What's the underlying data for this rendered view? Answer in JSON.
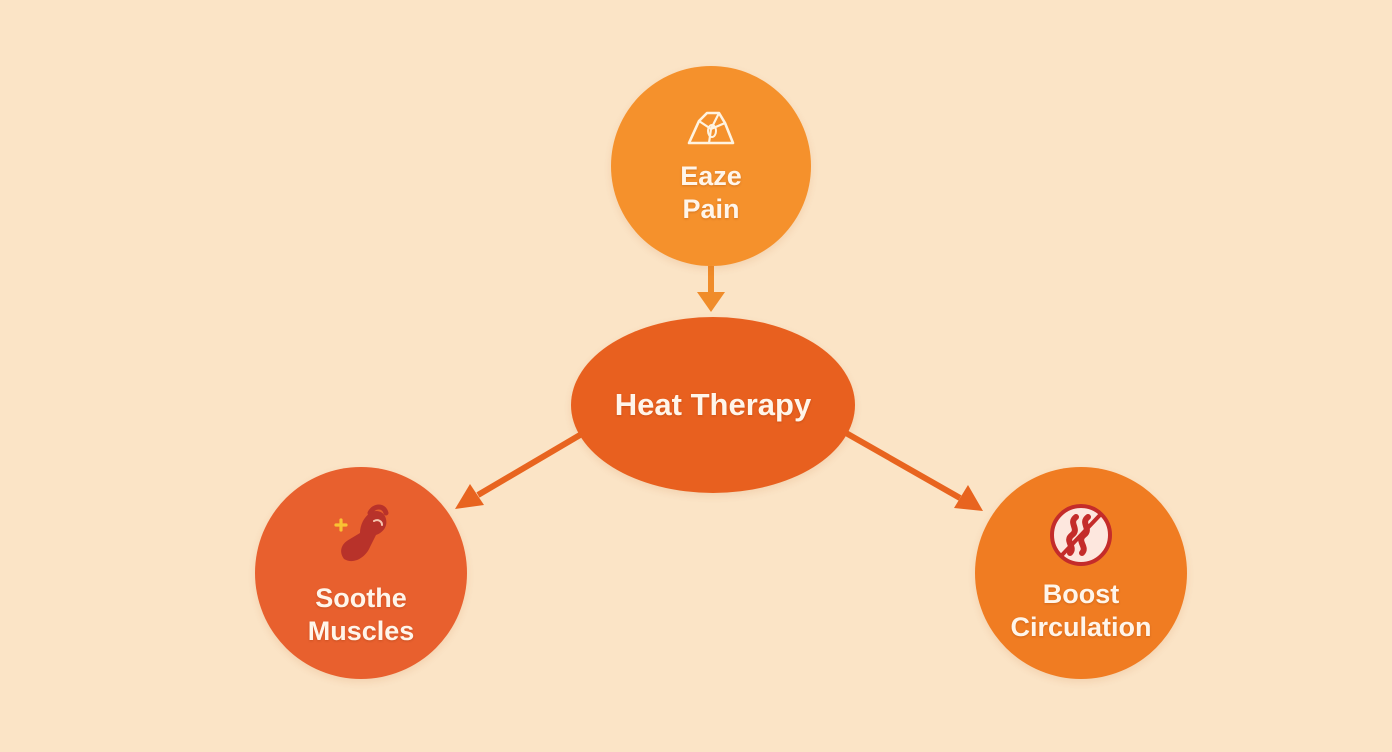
{
  "diagram": {
    "center": {
      "label": "Heat Therapy"
    },
    "top": {
      "line1": "Eaze",
      "line2": "Pain",
      "icon": "rock-pain-icon"
    },
    "left": {
      "line1": "Soothe",
      "line2": "Muscles",
      "icon": "muscle-arm-icon"
    },
    "right": {
      "line1": "Boost",
      "line2": "Circulation",
      "icon": "blood-vessel-icon"
    }
  },
  "colors": {
    "background": "#fbe4c6",
    "center": "#e8601f",
    "top": "#f5912c",
    "left": "#e8602e",
    "right": "#f07c22",
    "arrow": "#e8691f"
  }
}
